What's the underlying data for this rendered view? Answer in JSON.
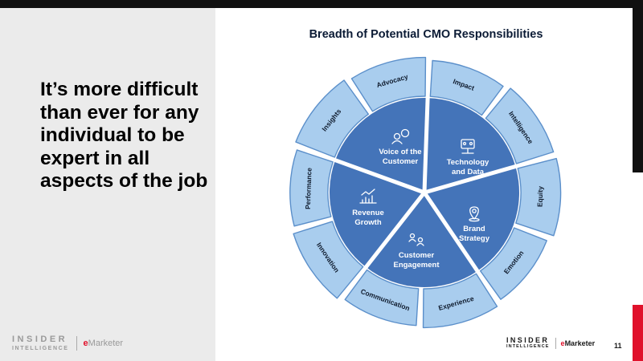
{
  "slide": {
    "headline": "It’s more difficult than ever for any individual to be expert in all aspects of the job",
    "page_number": "11"
  },
  "diagram": {
    "title": "Breadth of Potential CMO Responsibilities",
    "colors": {
      "inner_fill": "#4474b9",
      "outer_fill": "#a9cdee",
      "outer_stroke": "#5b8fca",
      "inner_text": "#ffffff",
      "outer_text": "#0f1b2d"
    },
    "segments": [
      {
        "id": "voice",
        "line1": "Voice of the",
        "line2": "Customer",
        "icon": "people-chat-icon",
        "outer": [
          "Insights",
          "Advocacy"
        ]
      },
      {
        "id": "tech",
        "line1": "Technology",
        "line2": "and Data",
        "icon": "network-people-icon",
        "outer": [
          "Impact",
          "Intelligence"
        ]
      },
      {
        "id": "brand",
        "line1": "Brand",
        "line2": "Strategy",
        "icon": "location-pin-icon",
        "outer": [
          "Equity",
          "Emotion"
        ]
      },
      {
        "id": "engagement",
        "line1": "Customer",
        "line2": "Engagement",
        "icon": "people-link-icon",
        "outer": [
          "Experience",
          "Communication"
        ]
      },
      {
        "id": "revenue",
        "line1": "Revenue",
        "line2": "Growth",
        "icon": "growth-chart-icon",
        "outer": [
          "Innovation",
          "Performance"
        ]
      }
    ]
  },
  "branding": {
    "insider_word": "INSIDER",
    "intelligence_word": "INTELLIGENCE",
    "emarketer_e": "e",
    "emarketer_rest": "Marketer"
  }
}
